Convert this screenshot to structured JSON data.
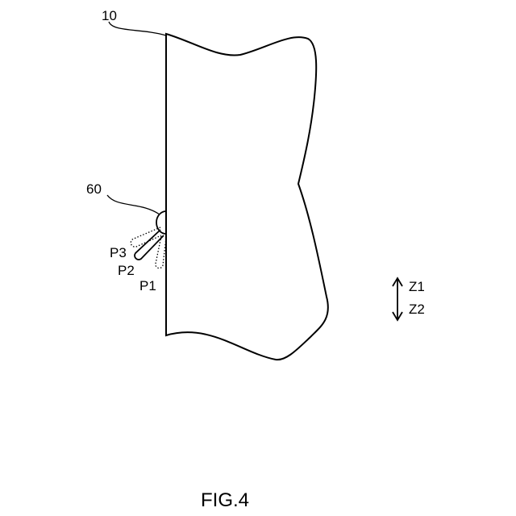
{
  "figure": {
    "caption": "FIG.4",
    "body_label": "10",
    "handle_label": "60",
    "positions": [
      {
        "label": "P3",
        "style": "dotted"
      },
      {
        "label": "P2",
        "style": "solid"
      },
      {
        "label": "P1",
        "style": "dotted"
      }
    ],
    "direction": {
      "up_label": "Z1",
      "down_label": "Z2"
    },
    "colors": {
      "line": "#000000",
      "background": "#ffffff"
    }
  }
}
